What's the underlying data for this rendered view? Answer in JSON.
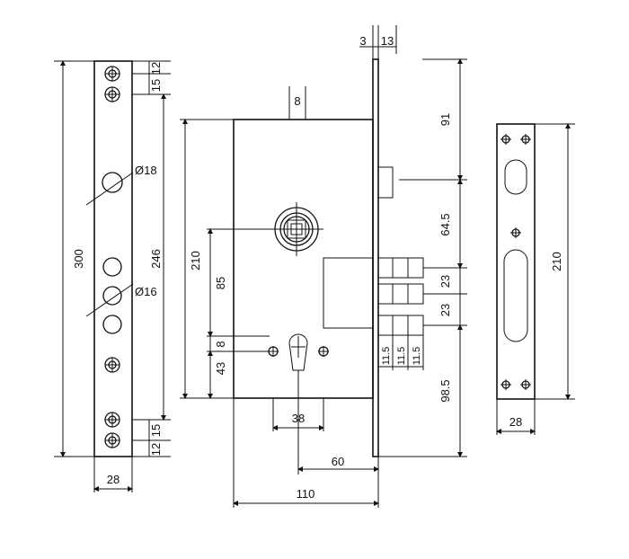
{
  "faceplate": {
    "dims": {
      "top_12": "12",
      "top_15": "15",
      "hole_dia_18": "Ø18",
      "hole_dia_16": "Ø16",
      "span_246": "246",
      "height_300": "300",
      "bottom_15": "15",
      "bottom_12": "12",
      "width_28": "28"
    }
  },
  "lock_body": {
    "dims": {
      "top_3": "3",
      "top_13": "13",
      "latch_8": "8",
      "height_210": "210",
      "spindle_85": "85",
      "gap_8": "8",
      "cyl_43": "43",
      "cyl_width_38": "38",
      "backset_60": "60",
      "depth_110": "110",
      "right_91": "91",
      "right_64_5": "64.5",
      "bolt_23_a": "23",
      "bolt_23_b": "23",
      "right_98_5": "98.5",
      "bolt_11_5_a": "11.5",
      "bolt_11_5_b": "11.5",
      "bolt_11_5_c": "11.5"
    }
  },
  "strike_plate": {
    "dims": {
      "height_210": "210",
      "width_28": "28"
    }
  }
}
